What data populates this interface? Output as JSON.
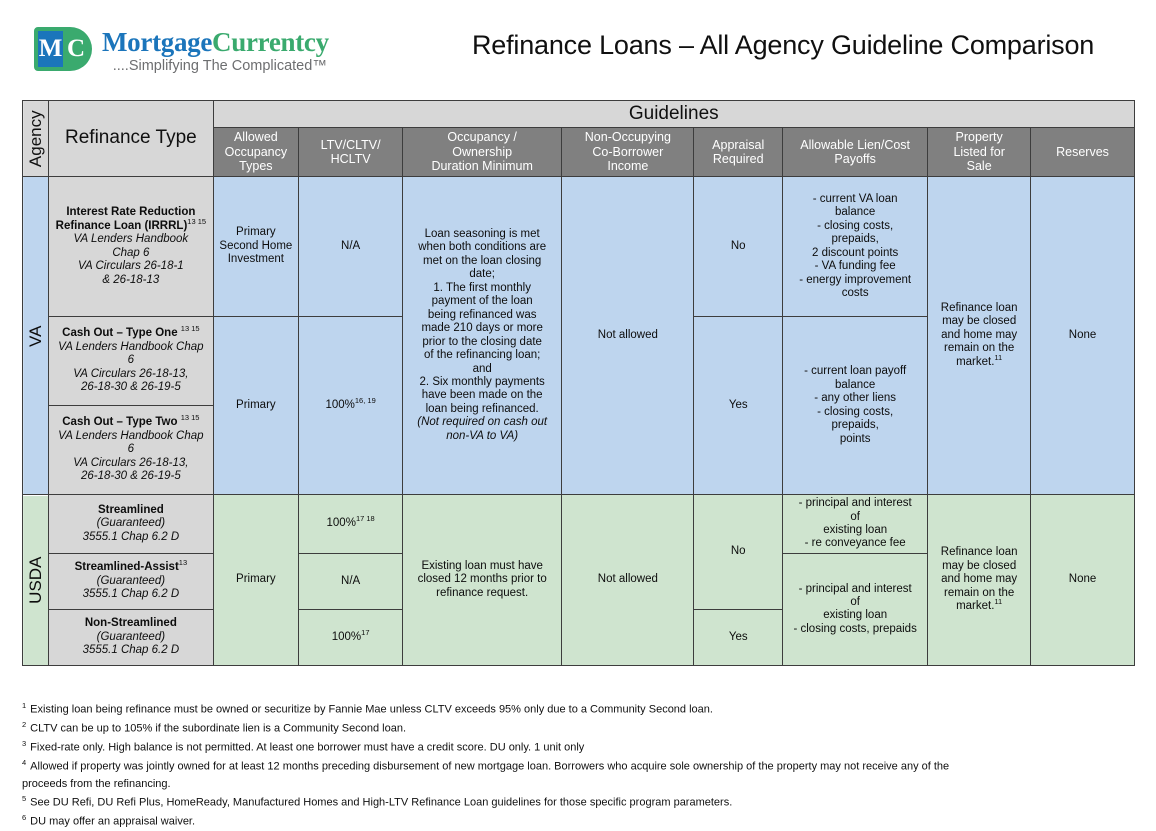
{
  "header": {
    "logo": {
      "badge_left": "M",
      "badge_right": "C",
      "word1": "Mortgage",
      "word2": "Currentcy",
      "tagline": "....Simplifying The Complicated™"
    },
    "title": "Refinance Loans – All Agency Guideline Comparison"
  },
  "table": {
    "col_agency": "Agency",
    "col_refinance_type": "Refinance Type",
    "group_guidelines": "Guidelines",
    "columns": [
      "Allowed Occupancy Types",
      "LTV/CLTV/ HCLTV",
      "Occupancy / Ownership Duration Minimum",
      "Non-Occupying Co-Borrower Income",
      "Appraisal Required",
      "Allowable Lien/Cost Payoffs",
      "Property Listed for Sale",
      "Reserves"
    ],
    "columns_lines": {
      "allowed_occupancy": [
        "Allowed",
        "Occupancy",
        "Types"
      ],
      "ltv": [
        "LTV/CLTV/",
        "HCLTV"
      ],
      "occupancy_duration": [
        "Occupancy /",
        "Ownership",
        "Duration Minimum"
      ],
      "non_occupying": [
        "Non-Occupying",
        "Co-Borrower",
        "Income"
      ],
      "appraisal": [
        "Appraisal",
        "Required"
      ],
      "allowable_lien": [
        "Allowable Lien/Cost",
        "Payoffs"
      ],
      "property_listed": [
        "Property",
        "Listed for",
        "Sale"
      ],
      "reserves": "Reserves"
    }
  },
  "va": {
    "agency": "VA",
    "rows": [
      {
        "name_bold": "Interest Rate Reduction Refinance Loan (IRRRL)",
        "name_sup": "13 15",
        "name_italic_lines": [
          "VA Lenders Handbook",
          "Chap 6",
          "VA Circulars 26-18-1",
          "& 26-18-13"
        ]
      },
      {
        "name_bold": "Cash Out – Type One",
        "name_sup": "13 15",
        "name_italic_lines": [
          "VA Lenders Handbook Chap",
          "6",
          "VA Circulars 26-18-13,",
          "26-18-30 & 26-19-5"
        ]
      },
      {
        "name_bold": "Cash Out – Type Two",
        "name_sup": "13 15",
        "name_italic_lines": [
          "VA Lenders Handbook Chap",
          "6",
          "VA Circulars 26-18-13,",
          "26-18-30 & 26-19-5"
        ]
      }
    ],
    "occupancy_irrrl": [
      "Primary",
      "Second Home",
      "Investment"
    ],
    "occupancy_cashout": "Primary",
    "ltv_irrrl": "N/A",
    "ltv_cashout": "100%",
    "ltv_cashout_sup": "16, 19",
    "duration": [
      "Loan seasoning is met",
      "when both conditions are",
      "met on the loan closing",
      "date;",
      "1. The first monthly",
      "payment of the loan",
      "being refinanced was",
      "made 210 days or more",
      "prior to the closing date",
      "of the refinancing loan;",
      "and",
      "2. Six monthly payments",
      "have been made on the",
      "loan being refinanced."
    ],
    "duration_italic": [
      "(Not required on cash out",
      "non-VA to VA)"
    ],
    "non_occupying": "Not allowed",
    "appraisal_irrrl": "No",
    "appraisal_cashout": "Yes",
    "payoffs_irrrl": [
      "- current VA loan",
      "balance",
      "- closing costs,",
      "prepaids,",
      "2 discount points",
      "- VA funding fee",
      "- energy improvement",
      "costs"
    ],
    "payoffs_cashout": [
      "- current loan payoff",
      "balance",
      "- any other liens",
      "- closing costs,",
      "prepaids,",
      "points"
    ],
    "listed_for_sale": [
      "Refinance loan",
      "may be closed",
      "and home may",
      "remain on the",
      "market."
    ],
    "listed_for_sale_sup": "11",
    "reserves": "None"
  },
  "usda": {
    "agency": "USDA",
    "rows": [
      {
        "name_bold": "Streamlined",
        "name_sup": "",
        "name_italic_lines": [
          "(Guaranteed)",
          "3555.1 Chap 6.2 D"
        ]
      },
      {
        "name_bold": "Streamlined-Assist",
        "name_sup": "13",
        "name_italic_lines": [
          "(Guaranteed)",
          "3555.1 Chap 6.2 D"
        ]
      },
      {
        "name_bold": "Non-Streamlined",
        "name_sup": "",
        "name_italic_lines": [
          "(Guaranteed)",
          "3555.1 Chap 6.2 D"
        ]
      }
    ],
    "occupancy": "Primary",
    "ltv_streamlined": "100%",
    "ltv_streamlined_sup": "17 18",
    "ltv_assist": "N/A",
    "ltv_non_streamlined": "100%",
    "ltv_non_streamlined_sup": "17",
    "duration": [
      "Existing loan must have",
      "closed 12 months prior to",
      "refinance request."
    ],
    "non_occupying": "Not allowed",
    "appraisal_no": "No",
    "appraisal_yes": "Yes",
    "payoffs_top": [
      "- principal and interest",
      "of",
      "existing loan",
      "-  re conveyance fee"
    ],
    "payoffs_bottom": [
      "- principal and interest",
      "of",
      "existing loan",
      "- closing costs, prepaids"
    ],
    "listed_for_sale": [
      "Refinance loan",
      "may be closed",
      "and home may",
      "remain on the",
      "market."
    ],
    "listed_for_sale_sup": "11",
    "reserves": "None"
  },
  "footnotes": [
    {
      "num": "1",
      "text": "Existing loan being refinance must be owned or securitize by Fannie Mae unless CLTV exceeds 95% only due to a Community Second loan."
    },
    {
      "num": "2",
      "text": "CLTV can be up to 105% if the subordinate lien is a Community Second loan."
    },
    {
      "num": "3",
      "text": "Fixed-rate only.  High balance is not permitted.  At least one borrower must have a credit score.  DU only. 1 unit only"
    },
    {
      "num": "4",
      "text": "Allowed if property was jointly owned for at least 12 months preceding disbursement of new mortgage loan.  Borrowers who acquire sole ownership of the property may not receive any of the"
    },
    {
      "num": "",
      "text": "proceeds from the refinancing."
    },
    {
      "num": "5",
      "text": "See DU Refi, DU Refi Plus, HomeReady, Manufactured Homes and High-LTV Refinance Loan guidelines for those specific program parameters."
    },
    {
      "num": "6",
      "text": "DU may offer an appraisal waiver."
    }
  ],
  "colors": {
    "logo_blue": "#1b75bb",
    "logo_green": "#3aaa6e",
    "header_dark": "#808080",
    "header_light": "#d7d7d7",
    "va_fill": "#bed5ee",
    "usda_fill": "#cfe4cf",
    "name_fill": "#d7d7d7"
  }
}
